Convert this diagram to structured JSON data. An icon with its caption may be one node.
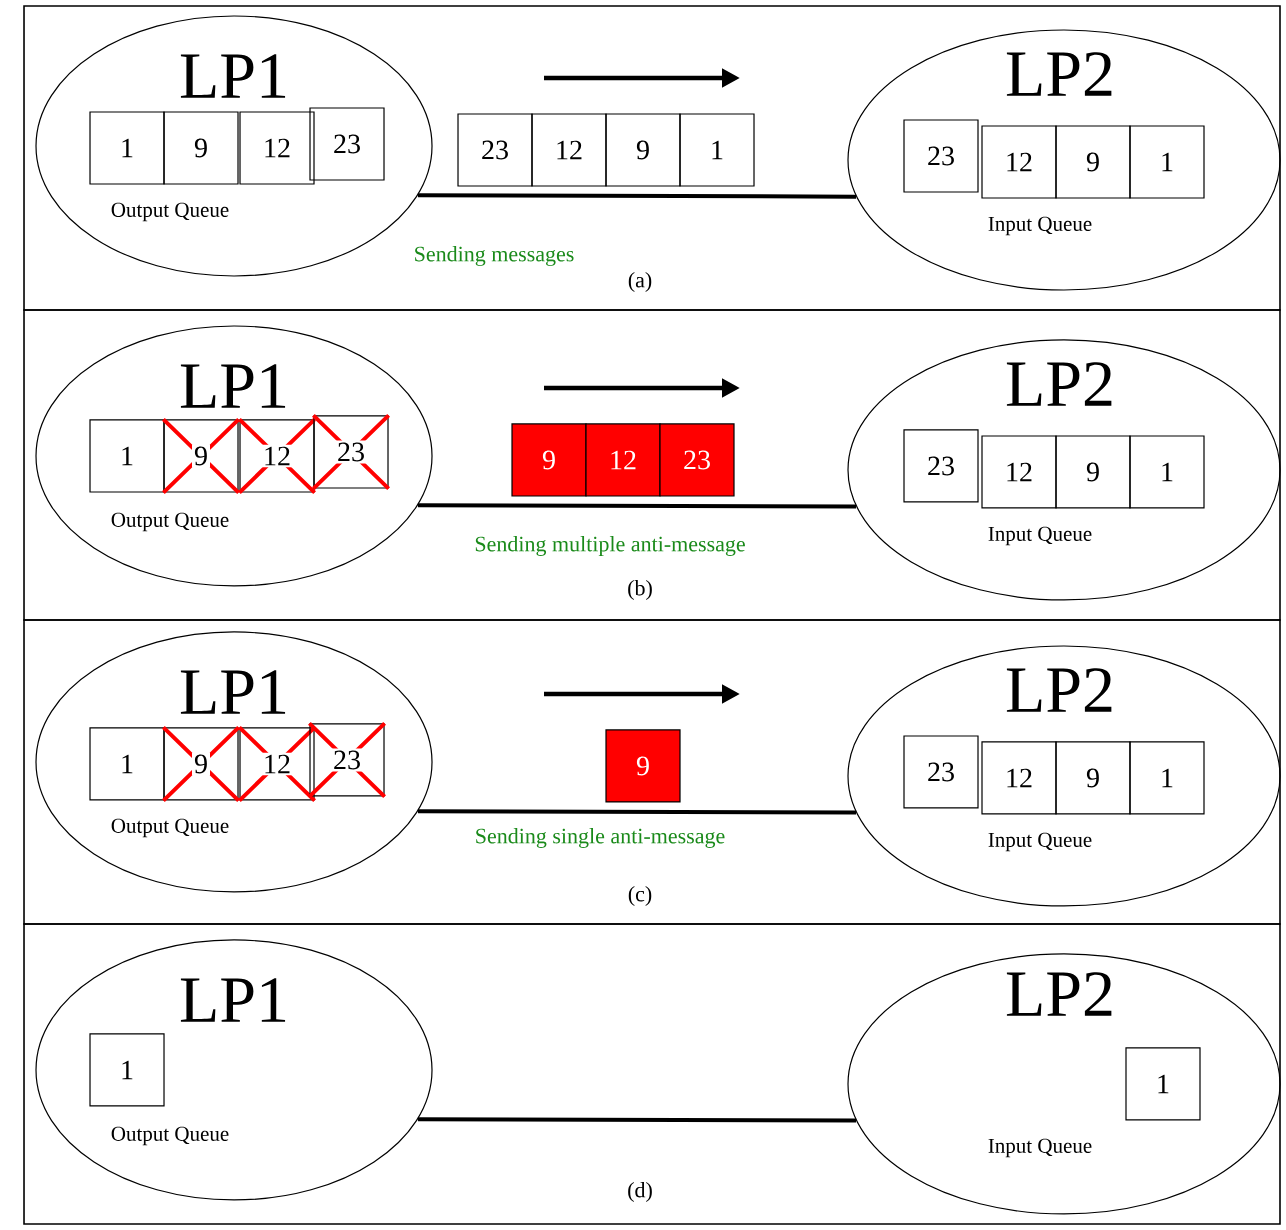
{
  "diagram": {
    "nodes": [
      {
        "text": [
          "LP1",
          "Output Queue"
        ]
      },
      {
        "text": [
          "1"
        ],
        "in": 0
      },
      {
        "text": [
          "9"
        ],
        "in": 0
      },
      {
        "text": [
          "12"
        ],
        "in": 0
      },
      {
        "text": [
          "23"
        ],
        "in": 0
      },
      {
        "text": [
          "23"
        ]
      },
      {
        "text": [
          "12"
        ]
      },
      {
        "text": [
          "9"
        ]
      },
      {
        "text": [
          "1"
        ]
      },
      {
        "text": [
          "LP2",
          "Input Queue"
        ]
      },
      {
        "text": [
          "23"
        ],
        "in": 9
      },
      {
        "text": [
          "12"
        ],
        "in": 9
      },
      {
        "text": [
          "9"
        ],
        "in": 9
      },
      {
        "text": [
          "1"
        ],
        "in": 9
      },
      {
        "text": [
          "LP1",
          "Output Queue"
        ]
      },
      {
        "text": [
          "1"
        ],
        "in": 14
      },
      {
        "text": [
          "9"
        ],
        "in": 14
      },
      {
        "text": [
          "12"
        ],
        "in": 14
      },
      {
        "text": [
          "23"
        ],
        "in": 14
      },
      {
        "text": [
          "9"
        ]
      },
      {
        "text": [
          "12"
        ]
      },
      {
        "text": [
          "23"
        ]
      },
      {
        "text": [
          "LP2",
          "Input Queue"
        ]
      },
      {
        "text": [
          "23"
        ],
        "in": 22
      },
      {
        "text": [
          "12"
        ],
        "in": 22
      },
      {
        "text": [
          "9"
        ],
        "in": 22
      },
      {
        "text": [
          "1"
        ],
        "in": 22
      },
      {
        "text": [
          "LP1",
          "Output Queue"
        ]
      },
      {
        "text": [
          "1"
        ],
        "in": 27
      },
      {
        "text": [
          "9"
        ],
        "in": 27
      },
      {
        "text": [
          "12"
        ],
        "in": 27
      },
      {
        "text": [
          "23"
        ],
        "in": 27
      },
      {
        "text": [
          "9"
        ]
      },
      {
        "text": [
          "LP2",
          "Input Queue"
        ]
      },
      {
        "text": [
          "23"
        ],
        "in": 33
      },
      {
        "text": [
          "12"
        ],
        "in": 33
      },
      {
        "text": [
          "9"
        ],
        "in": 33
      },
      {
        "text": [
          "1"
        ],
        "in": 33
      },
      {
        "text": [
          "LP1",
          "Output Queue"
        ]
      },
      {
        "text": [
          "1"
        ],
        "in": 38
      },
      {
        "text": [
          "LP2",
          "Input Queue"
        ]
      },
      {
        "text": [
          "1"
        ],
        "in": 40
      }
    ],
    "edges": [
      {
        "from": 0,
        "to": 9,
        "arrow": "none",
        "label": "Sending messages"
      },
      {
        "from": 14,
        "to": 22,
        "arrow": "none",
        "label": "Sending multiple anti-message"
      },
      {
        "from": 27,
        "to": 33,
        "arrow": "none",
        "label": "Sending single anti-message"
      },
      {
        "from": 38,
        "to": 40,
        "arrow": "none"
      }
    ],
    "labels": [
      "(a)",
      "(b)",
      "(c)",
      "(d)"
    ]
  }
}
